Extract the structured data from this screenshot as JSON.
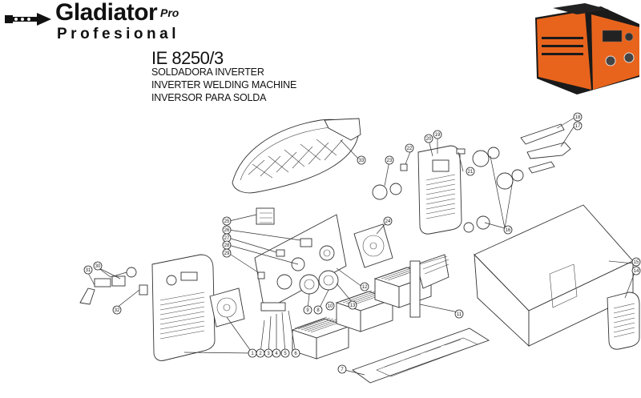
{
  "brand": {
    "name": "Gladiator",
    "pro": "Pro",
    "sub": "Profesional"
  },
  "model": "IE 8250/3",
  "titles": [
    "SOLDADORA INVERTER",
    "INVERTER WELDING MACHINE",
    "INVERSOR PARA SOLDA"
  ],
  "part_numbers": [
    "1",
    "2",
    "3",
    "4",
    "5",
    "6",
    "7",
    "8",
    "9",
    "10",
    "11",
    "12",
    "13",
    "14",
    "15",
    "16",
    "17",
    "18",
    "19",
    "20",
    "21",
    "22",
    "23",
    "24",
    "25",
    "26",
    "27",
    "28",
    "29",
    "30",
    "31",
    "32",
    "33"
  ],
  "colors": {
    "product_orange": "#e8641c",
    "product_black": "#1a1a1a",
    "line": "#333333"
  }
}
